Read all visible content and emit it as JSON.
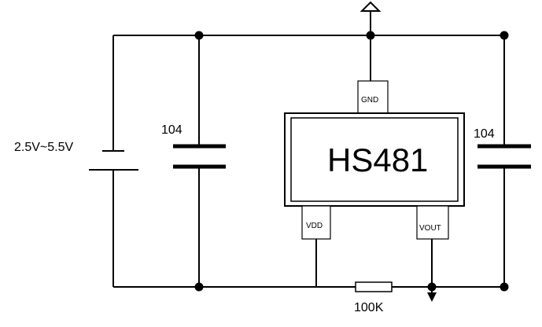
{
  "supply": {
    "label": "2.5V~5.5V"
  },
  "capacitors": [
    {
      "label": "104"
    },
    {
      "label": "104"
    }
  ],
  "ic": {
    "name": "HS481",
    "pins": {
      "gnd": "GND",
      "vdd": "VDD",
      "vout": "VOUT"
    }
  },
  "resistor": {
    "label": "100K"
  }
}
